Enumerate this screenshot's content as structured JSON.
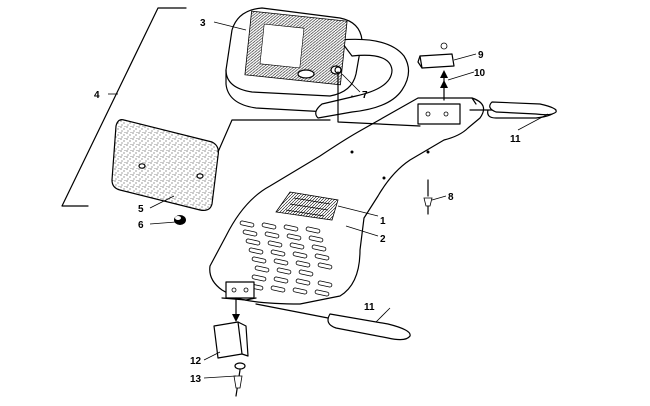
{
  "callouts": [
    {
      "id": "label-1",
      "text": "1"
    },
    {
      "id": "label-2",
      "text": "2"
    },
    {
      "id": "label-3",
      "text": "3"
    },
    {
      "id": "label-4",
      "text": "4"
    },
    {
      "id": "label-5",
      "text": "5"
    },
    {
      "id": "label-6",
      "text": "6"
    },
    {
      "id": "label-7",
      "text": "7"
    },
    {
      "id": "label-8",
      "text": "8"
    },
    {
      "id": "label-9",
      "text": "9"
    },
    {
      "id": "label-10",
      "text": "10"
    },
    {
      "id": "label-11a",
      "text": "11"
    },
    {
      "id": "label-11b",
      "text": "11"
    },
    {
      "id": "label-12",
      "text": "12"
    },
    {
      "id": "label-13",
      "text": "13"
    }
  ],
  "colors": {
    "ink": "#000000",
    "paper": "#ffffff"
  }
}
